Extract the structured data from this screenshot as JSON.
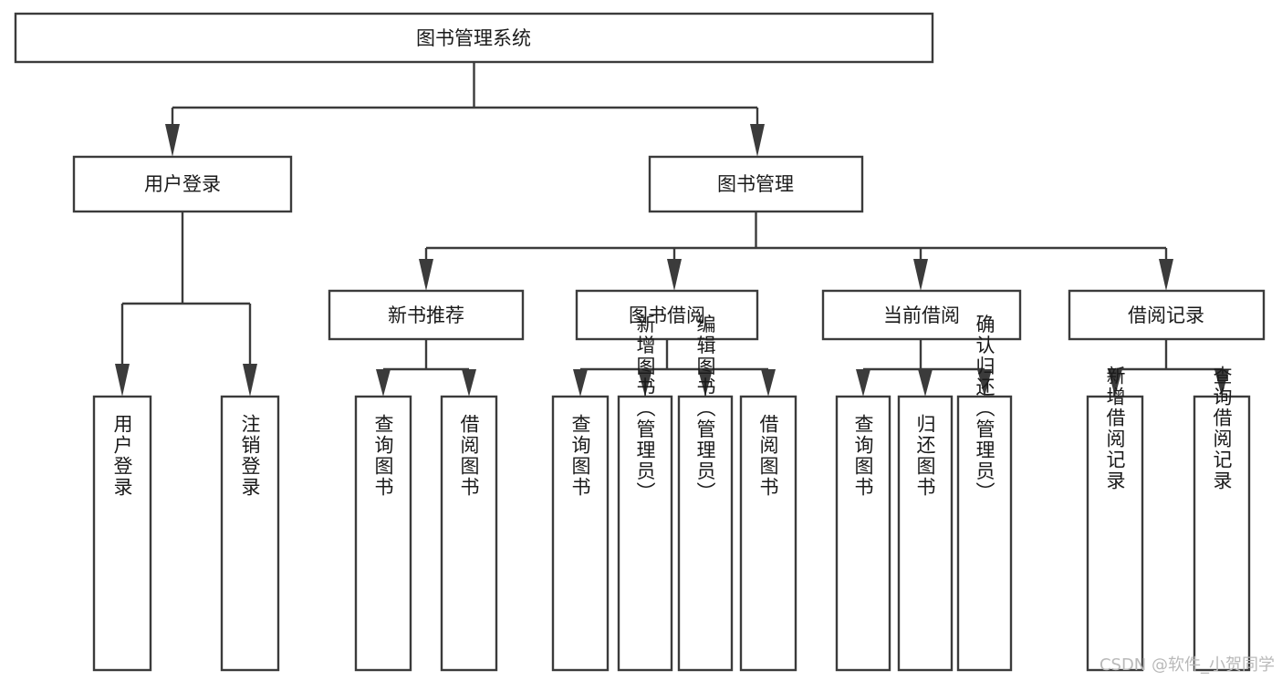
{
  "diagram": {
    "type": "tree",
    "title": "图书管理系统",
    "watermark": "CSDN @软件_小贺同学",
    "colors": {
      "stroke": "#3b3b3b",
      "box_fill": "#ffffff",
      "text": "#1a1a1a",
      "background": "#ffffff",
      "watermark": "#b9b9b9"
    },
    "root": {
      "label": "图书管理系统"
    },
    "level2": [
      {
        "label": "用户登录"
      },
      {
        "label": "图书管理"
      }
    ],
    "level3": [
      {
        "label": "新书推荐"
      },
      {
        "label": "图书借阅"
      },
      {
        "label": "当前借阅"
      },
      {
        "label": "借阅记录"
      }
    ],
    "leaves_user_login": [
      {
        "label": "用户登录"
      },
      {
        "label": "注销登录"
      }
    ],
    "leaves_new_books": [
      {
        "label": "查询图书"
      },
      {
        "label": "借阅图书"
      }
    ],
    "leaves_book_borrow": [
      {
        "label": "查询图书"
      },
      {
        "label": "新增图书（管理员）"
      },
      {
        "label": "编辑图书（管理员）"
      },
      {
        "label": "借阅图书"
      }
    ],
    "leaves_current_borrow": [
      {
        "label": "查询图书"
      },
      {
        "label": "归还图书"
      },
      {
        "label": "确认归还（管理员）"
      }
    ],
    "leaves_borrow_record": [
      {
        "label": "新增借阅记录"
      },
      {
        "label": "查询借阅记录"
      }
    ]
  }
}
